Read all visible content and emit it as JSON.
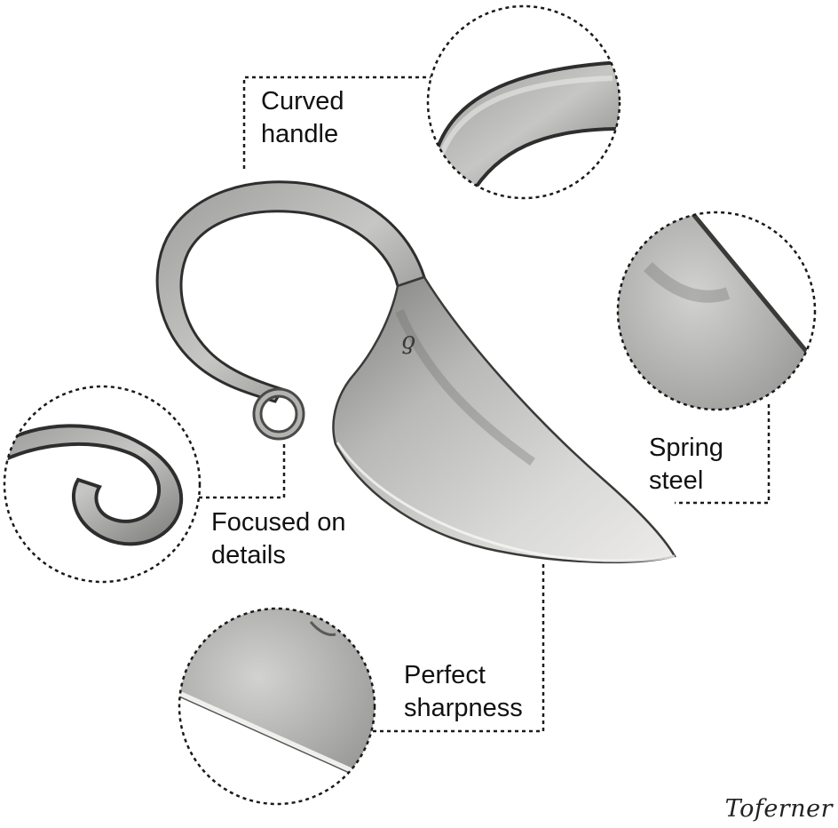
{
  "callouts": {
    "curved_handle": {
      "line1": "Curved",
      "line2": "handle"
    },
    "spring_steel": {
      "line1": "Spring",
      "line2": "steel"
    },
    "details": {
      "line1": "Focused on",
      "line2": "details"
    },
    "sharpness": {
      "line1": "Perfect",
      "line2": "sharpness"
    }
  },
  "brand": {
    "name": "Toferner"
  },
  "colors": {
    "metal_light": "#d6d6d4",
    "metal_mid": "#a9a9a7",
    "metal_dark": "#5a5a58",
    "outline": "#2e2e2e",
    "leader": "#1a1a1a"
  }
}
